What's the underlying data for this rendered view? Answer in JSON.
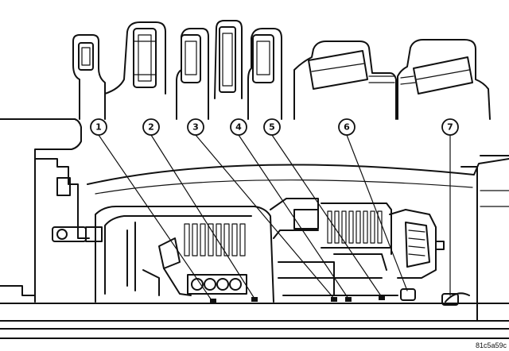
{
  "callouts": [
    {
      "label": "1"
    },
    {
      "label": "2"
    },
    {
      "label": "3"
    },
    {
      "label": "4"
    },
    {
      "label": "5"
    },
    {
      "label": "6"
    },
    {
      "label": "7"
    }
  ],
  "reference_code": "81c5a59c"
}
